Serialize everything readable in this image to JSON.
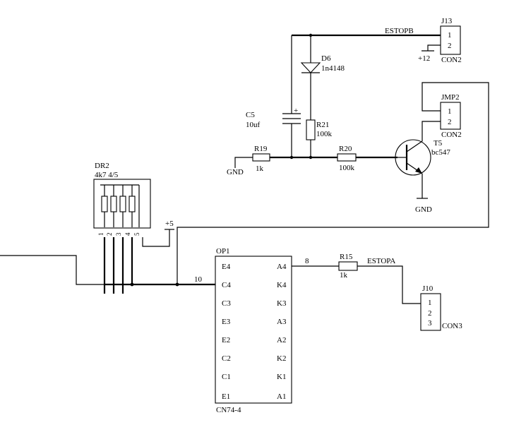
{
  "components": {
    "j13": {
      "ref": "J13",
      "type": "CON2",
      "pins": [
        "1",
        "2"
      ]
    },
    "jmp2": {
      "ref": "JMP2",
      "type": "CON2",
      "pins": [
        "1",
        "2"
      ]
    },
    "j10": {
      "ref": "J10",
      "type": "CON3",
      "pins": [
        "1",
        "2",
        "3"
      ]
    },
    "d6": {
      "ref": "D6",
      "value": "1n4148"
    },
    "c5": {
      "ref": "C5",
      "value": "10uf",
      "polarity": "+"
    },
    "r21": {
      "ref": "R21",
      "value": "100k"
    },
    "r19": {
      "ref": "R19",
      "value": "1k"
    },
    "r20": {
      "ref": "R20",
      "value": "100k"
    },
    "r15": {
      "ref": "R15",
      "value": "1k"
    },
    "t5": {
      "ref": "T5",
      "value": "bc547"
    },
    "dr2": {
      "ref": "DR2",
      "value": "4k7 4/5",
      "pins": [
        "1",
        "2",
        "3",
        "4",
        "5"
      ]
    },
    "op1": {
      "ref": "OP1",
      "type": "CN74-4",
      "left_pins": [
        "E4",
        "C4",
        "C3",
        "E3",
        "E2",
        "C2",
        "C1",
        "E1"
      ],
      "right_pins": [
        "A4",
        "K4",
        "K3",
        "A3",
        "A2",
        "K2",
        "K1",
        "A1"
      ]
    }
  },
  "nets": {
    "estopb": "ESTOPB",
    "estopa": "ESTOPA",
    "plus12": "+12",
    "plus5": "+5",
    "gnd_r19": "GND",
    "gnd_t5": "GND",
    "pin8": "8",
    "pin10": "10"
  }
}
